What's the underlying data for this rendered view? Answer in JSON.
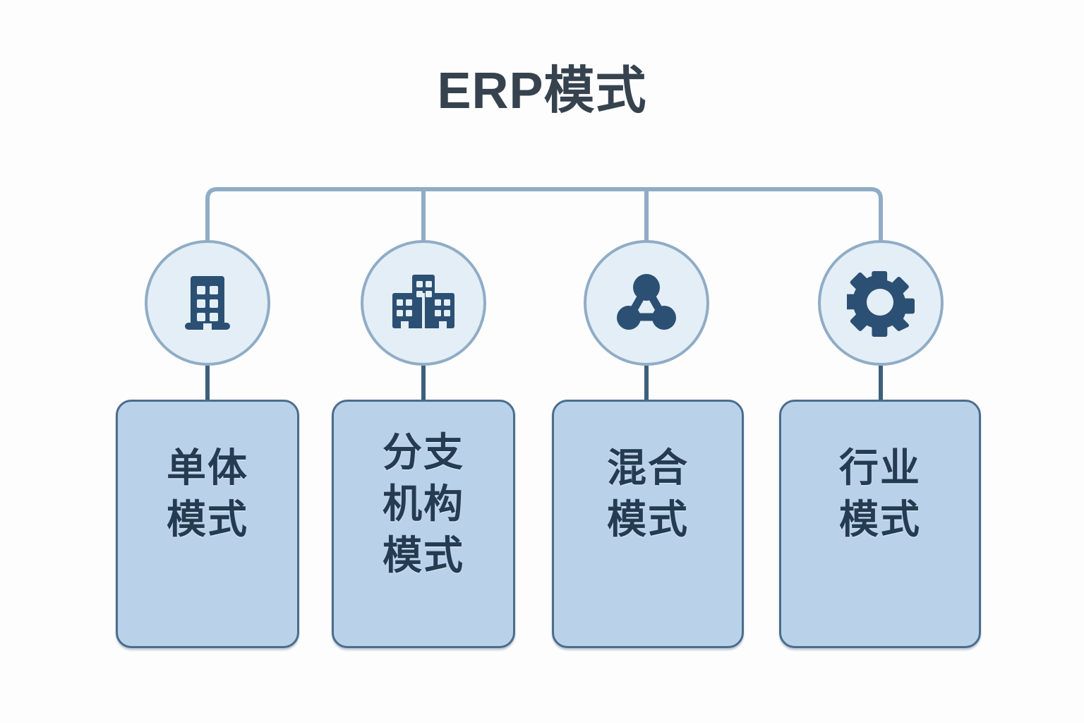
{
  "title": "ERP模式",
  "theme": {
    "background": "#fdfdfd",
    "title_color": "#36434f",
    "bracket_line": "#90acc6",
    "stem_line": "#3d5f7d",
    "circle_fill": "#e4eef6",
    "circle_border": "#90acc6",
    "icon_color": "#2b5073",
    "box_fill": "#b9d2ea",
    "box_border": "#4b6d8c",
    "box_text": "#243c52"
  },
  "nodes": [
    {
      "id": "single",
      "icon": "office-building-icon",
      "label": "单体模式",
      "label_lines": [
        "单体",
        "模式"
      ]
    },
    {
      "id": "branch",
      "icon": "multi-building-icon",
      "label": "分支机构模式",
      "label_lines": [
        "分支",
        "机构",
        "模式"
      ]
    },
    {
      "id": "hybrid",
      "icon": "network-nodes-icon",
      "label": "混合模式",
      "label_lines": [
        "混合",
        "模式"
      ]
    },
    {
      "id": "industry",
      "icon": "gear-icon",
      "label": "行业模式",
      "label_lines": [
        "行业",
        "模式"
      ]
    }
  ]
}
